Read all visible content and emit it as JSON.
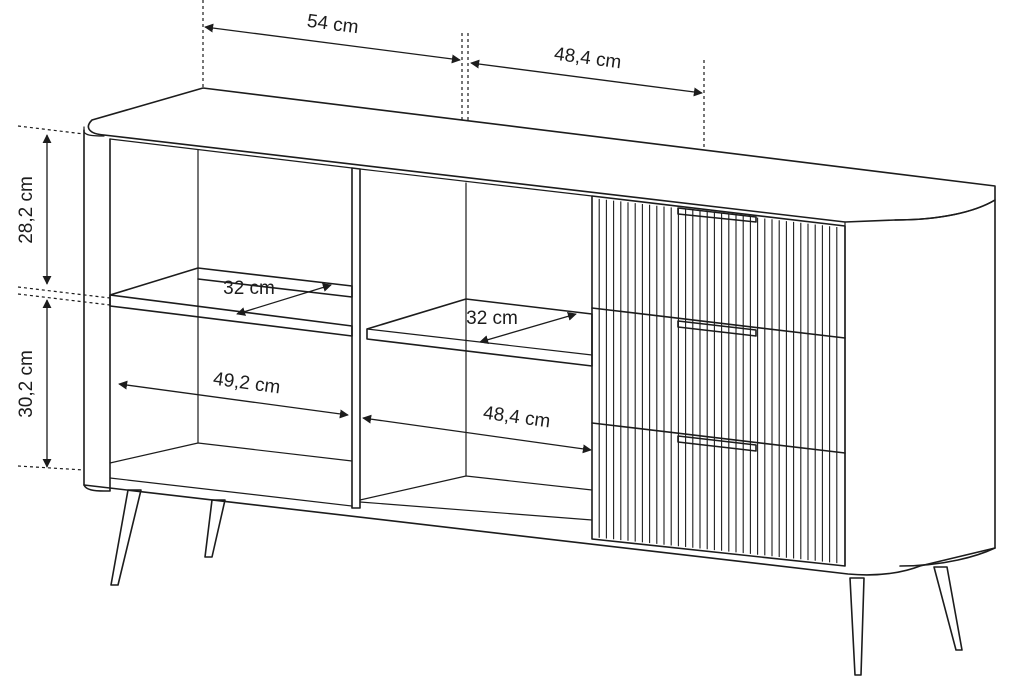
{
  "dimensions": {
    "top_left_width": "54 cm",
    "top_right_width": "48,4 cm",
    "upper_height": "28,2 cm",
    "lower_height": "30,2 cm",
    "left_shelf_depth": "32 cm",
    "middle_shelf_depth": "32 cm",
    "left_inner_width": "49,2 cm",
    "middle_inner_width": "48,4 cm"
  },
  "colors": {
    "line": "#1c1c1c",
    "background": "#ffffff"
  }
}
